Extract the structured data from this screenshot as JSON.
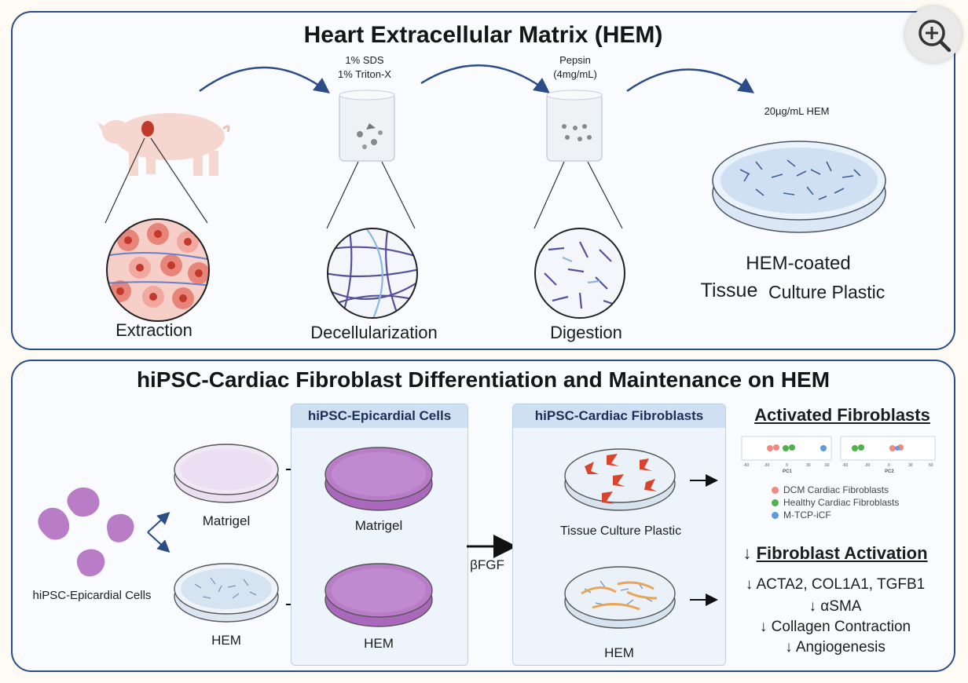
{
  "top": {
    "title": "Heart Extracellular Matrix (HEM)",
    "reagent_1_line1": "1% SDS",
    "reagent_1_line2": "1% Triton-X",
    "reagent_2_line1": "Pepsin",
    "reagent_2_line2": "(4mg/mL)",
    "concentration": "20µg/mL HEM",
    "steps": [
      "Extraction",
      "Decellularization",
      "Digestion"
    ],
    "result_line1": "HEM-coated",
    "result_line2_a": "Tissue",
    "result_line2_b": "Culture Plastic"
  },
  "bottom": {
    "title": "hiPSC-Cardiac Fibroblast Differentiation and Maintenance on HEM",
    "source_label": "hiPSC-Epicardial Cells",
    "dish_matrigel": "Matrigel",
    "dish_hem": "HEM",
    "epicardial_box_title": "hiPSC-Epicardial Cells",
    "epicardial_matrigel": "Matrigel",
    "epicardial_hem": "HEM",
    "growth_factor": "βFGF",
    "fibroblast_box_title": "hiPSC-Cardiac Fibroblasts",
    "fib_tcp": "Tissue Culture Plastic",
    "fib_hem": "HEM",
    "activated_title": "Activated Fibroblasts",
    "pca": {
      "pc1_label": "PC1",
      "pc2_label": "PC2",
      "ticks_pc1": [
        "-60",
        "-30",
        "0",
        "30",
        "60"
      ],
      "ticks_pc2": [
        "-60",
        "-30",
        "0",
        "30",
        "60"
      ]
    },
    "legend": [
      {
        "label": "DCM Cardiac Fibroblasts",
        "color": "#f08a80"
      },
      {
        "label": "Healthy Cardiac Fibroblasts",
        "color": "#4fb14d"
      },
      {
        "label": "M-TCP-iCF",
        "color": "#5b9be0"
      }
    ],
    "reduced_title": "Fibroblast Activation",
    "reduced_items": [
      "ACTA2, COL1A1, TGFB1",
      "αSMA",
      "Collagen Contraction",
      "Angiogenesis"
    ],
    "down_arrow": "↓"
  },
  "colors": {
    "panel_border": "#2b4c86",
    "arrow": "#2b4c86",
    "matrigel_purple": "#b97dc8",
    "box_header": "#cfe0f3"
  }
}
